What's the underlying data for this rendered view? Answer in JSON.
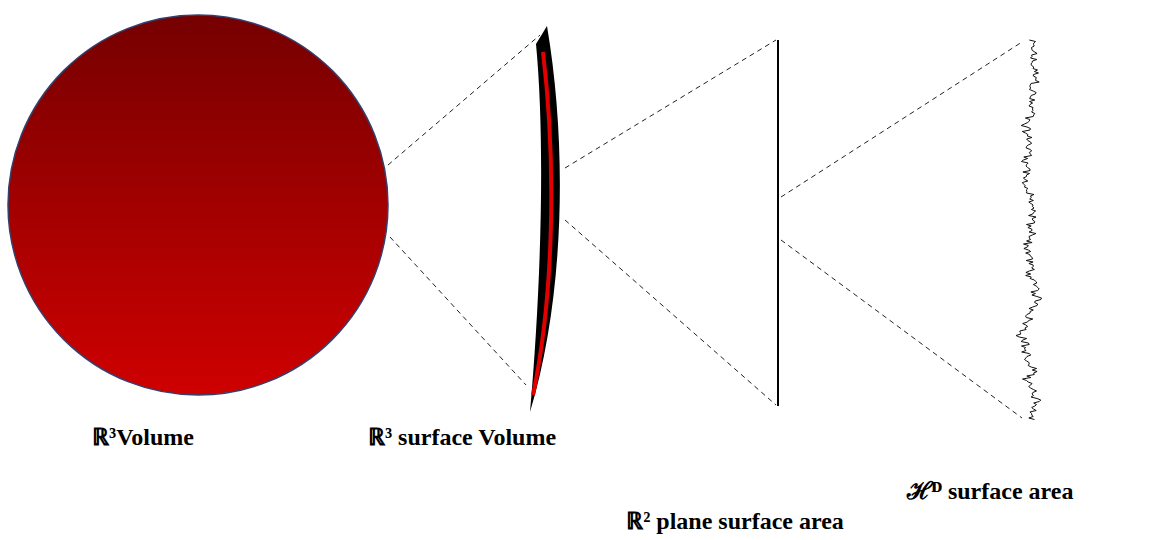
{
  "diagram": {
    "labels": [
      "ℝ³Volume",
      "ℝ³ surface Volume",
      "ℋᴰ surface area",
      "ℝ² plane surface area"
    ]
  }
}
